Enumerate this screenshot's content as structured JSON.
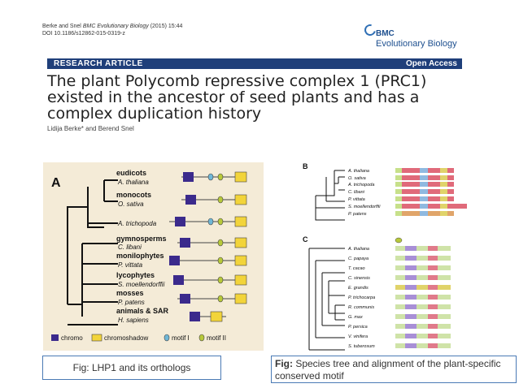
{
  "citation": {
    "line1_prefix": "Berke and Snel ",
    "journal": "BMC Evolutionary Biology",
    "line1_suffix": " (2015) 15:44",
    "doi": "DOI 10.1186/s12862-015-0319-z"
  },
  "logo": {
    "line1": "BMC",
    "line2": "Evolutionary Biology"
  },
  "banner": {
    "left": "RESEARCH ARTICLE",
    "right": "Open Access"
  },
  "title": {
    "line1": "The plant Polycomb repressive complex 1 (PRC1)",
    "line2": "existed in the ancestor of seed plants and has a",
    "line3": "complex duplication history"
  },
  "authors": "Lidija Berke* and Berend Snel",
  "figA": {
    "label": "A",
    "groups": [
      {
        "group": "eudicots",
        "species": "A. thaliana"
      },
      {
        "group": "monocots",
        "species": "O. sativa"
      },
      {
        "group": "",
        "species": "A. trichopoda"
      },
      {
        "group": "gymnosperms",
        "species": "C. libani"
      },
      {
        "group": "monilophytes",
        "species": "P. vittata"
      },
      {
        "group": "lycophytes",
        "species": "S. moellendorffii"
      },
      {
        "group": "mosses",
        "species": "P. patens"
      },
      {
        "group": "animals & SAR",
        "species": "H. sapiens"
      }
    ],
    "legend": [
      "chromo",
      "chromoshadow",
      "motif I",
      "motif II"
    ],
    "colors": {
      "chromo": "#3b2a8c",
      "chromoshadow": "#f2d43a",
      "motif1": "#6fb7d6",
      "motif2": "#b8c93a"
    }
  },
  "figB": {
    "label_b": "B",
    "label_c": "C",
    "species_b": [
      "A. thaliana",
      "O. sativa",
      "A. trichopoda",
      "C. libani",
      "P. vittata",
      "S. moellendorffii",
      "P. patens"
    ],
    "species_c": [
      "A. thaliana",
      "C. papaya",
      "T. cacao",
      "C. sinensis",
      "E. grandis",
      "P. trichocarpa",
      "R. communis",
      "G. max",
      "P. persica",
      "V. vinifera",
      "S. tuberosum"
    ]
  },
  "captions": {
    "left": "Fig: LHP1 and its orthologs",
    "right_bold": "Fig:",
    "right_text": " Species tree and alignment of the plant-specific conserved motif"
  }
}
